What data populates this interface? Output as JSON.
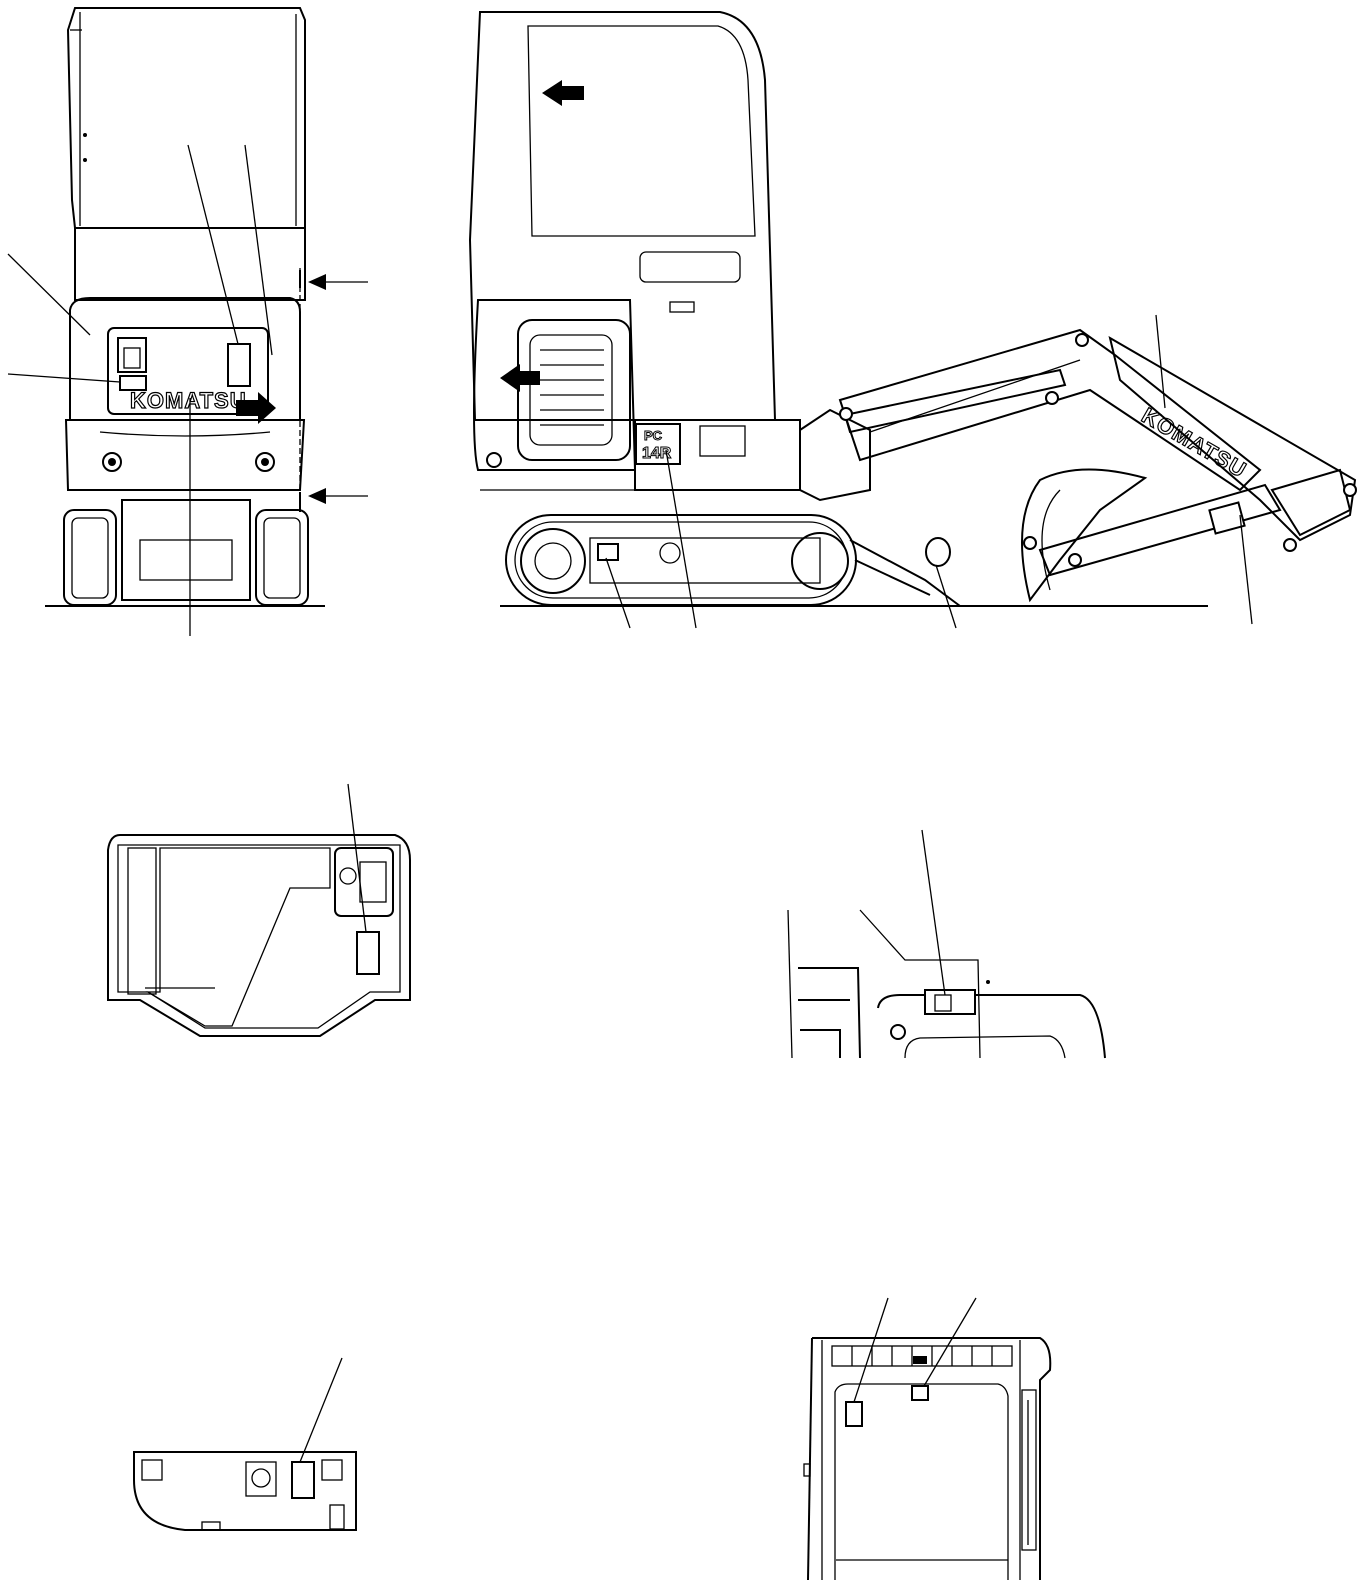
{
  "diagram": {
    "brand_logo_text": "KOMATSU",
    "model_badge_line1": "PC",
    "model_badge_line2": "14R",
    "views": [
      "rear-view",
      "side-view",
      "engine-hood-detail",
      "cab-interior-detail",
      "lower-panel-detail",
      "cab-rear-window-detail"
    ]
  }
}
